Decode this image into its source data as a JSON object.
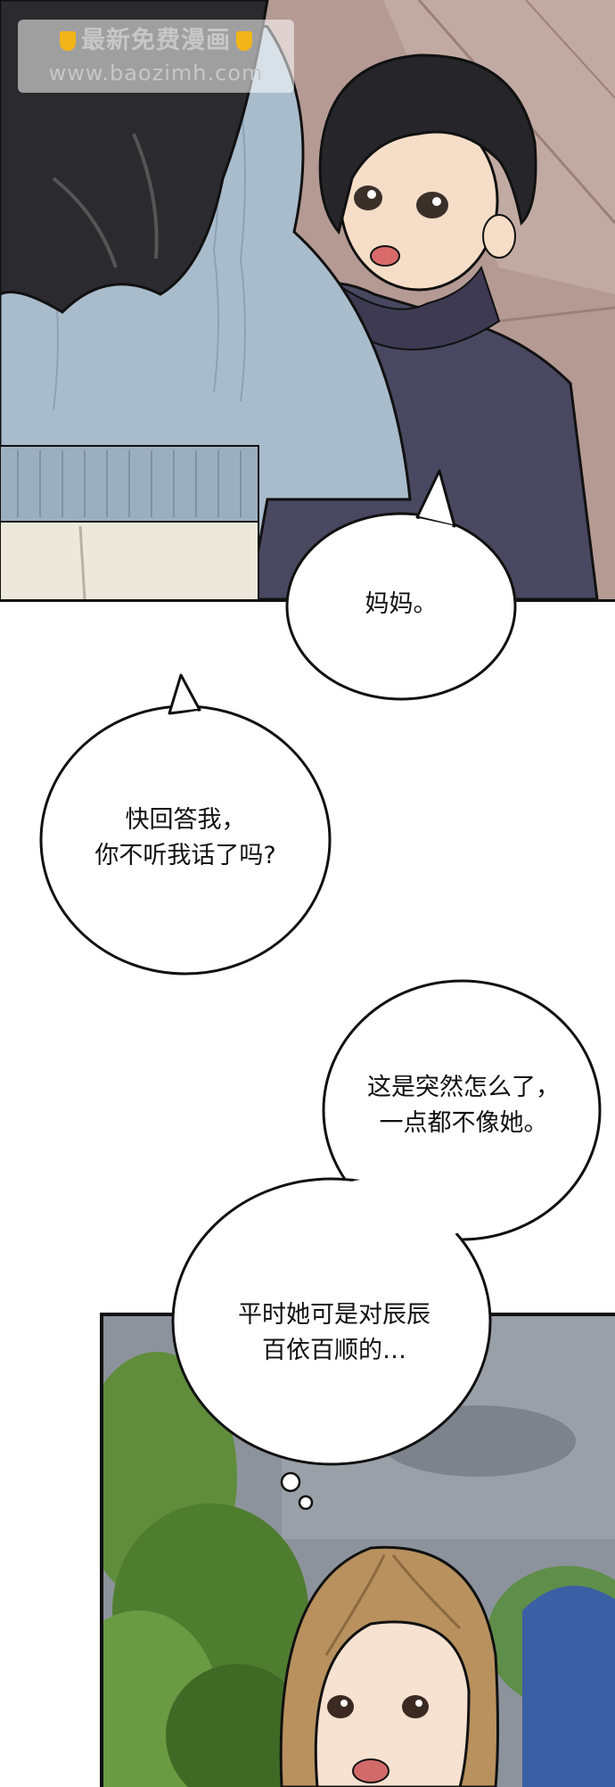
{
  "watermark": {
    "line1": "最新免费漫画",
    "line2": "www.baozimh.com"
  },
  "bubbles": {
    "mama": "妈妈。",
    "answer_line1": "快回答我，",
    "answer_line2": "你不听我话了吗?",
    "thought1_line1": "这是突然怎么了，",
    "thought1_line2": "一点都不像她。",
    "thought2_line1": "平时她可是对辰辰",
    "thought2_line2": "百依百顺的…"
  },
  "colors": {
    "sweater": "#a9bccb",
    "hoodie": "#4a4760",
    "hair_dark": "#26262a",
    "hair_light": "#b8915e",
    "foliage": "#5f8d3b",
    "sky": "#8d939c"
  }
}
